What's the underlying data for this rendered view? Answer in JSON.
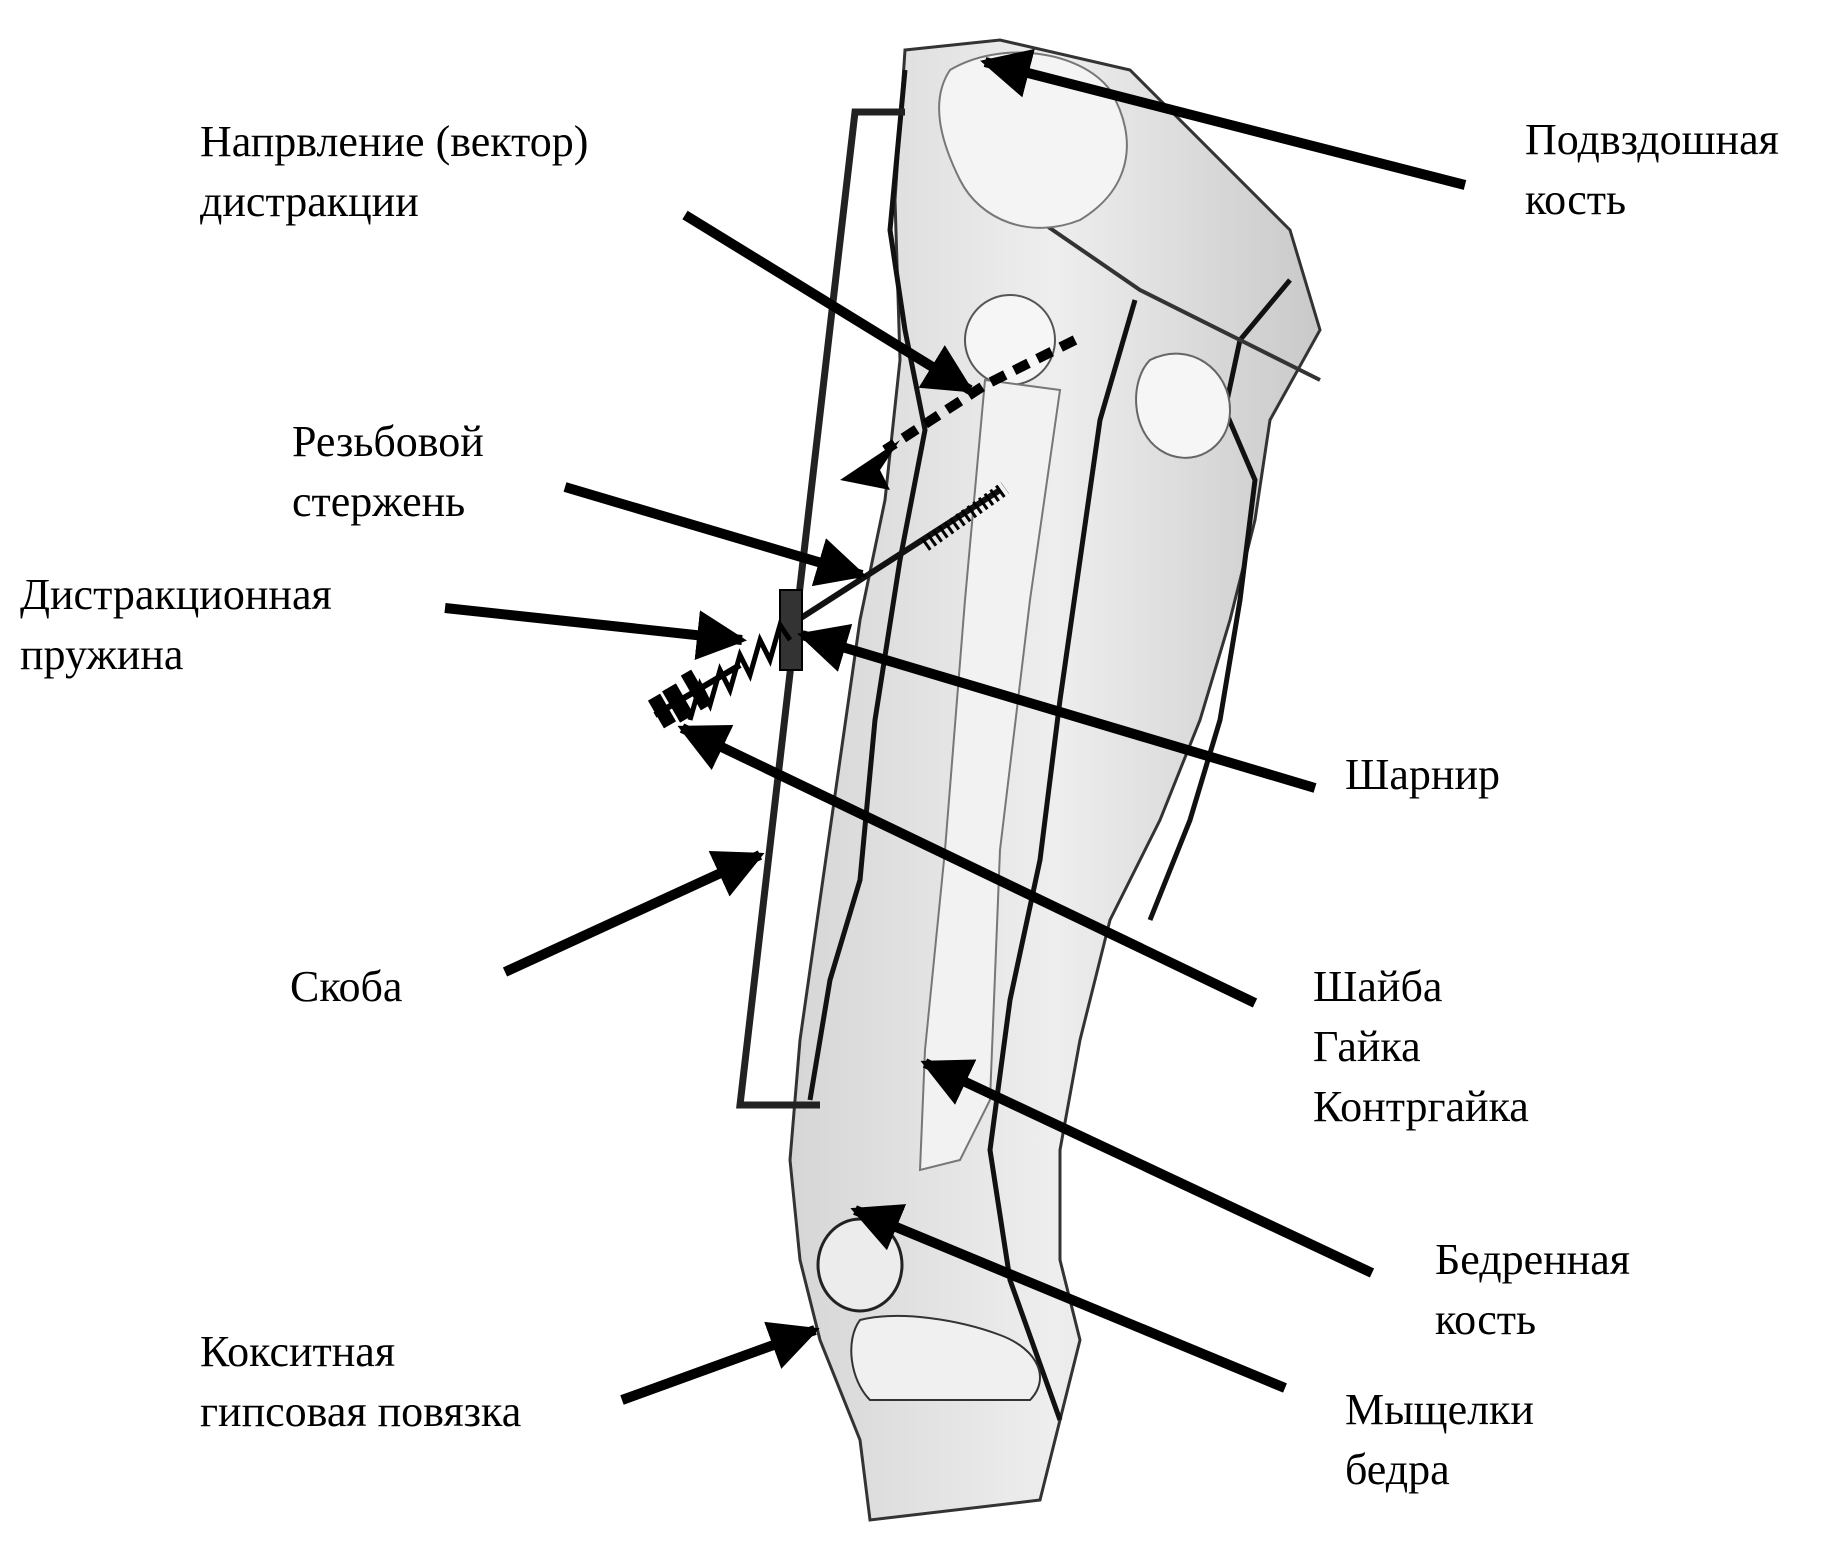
{
  "labels": {
    "iliac": [
      "Подвздошная",
      "кость"
    ],
    "vector": [
      "Напрвление (вектор)",
      "дистракции"
    ],
    "rod": [
      "Резьбовой",
      "стержень"
    ],
    "spring": [
      "Дистракционная",
      "пружина"
    ],
    "hinge": [
      "Шарнир"
    ],
    "bracket": [
      "Скоба"
    ],
    "washer": [
      "Шайба",
      "Гайка",
      "Контргайка"
    ],
    "femur": [
      "Бедренная",
      "кость"
    ],
    "cast": [
      "Кокситная",
      "гипсовая повязка"
    ],
    "condyles": [
      "Мыщелки",
      "бедра"
    ]
  },
  "colors": {
    "ink": "#000000",
    "skin": "#e4e4e4",
    "bone": "#f2f2f2",
    "line": "#222222"
  }
}
